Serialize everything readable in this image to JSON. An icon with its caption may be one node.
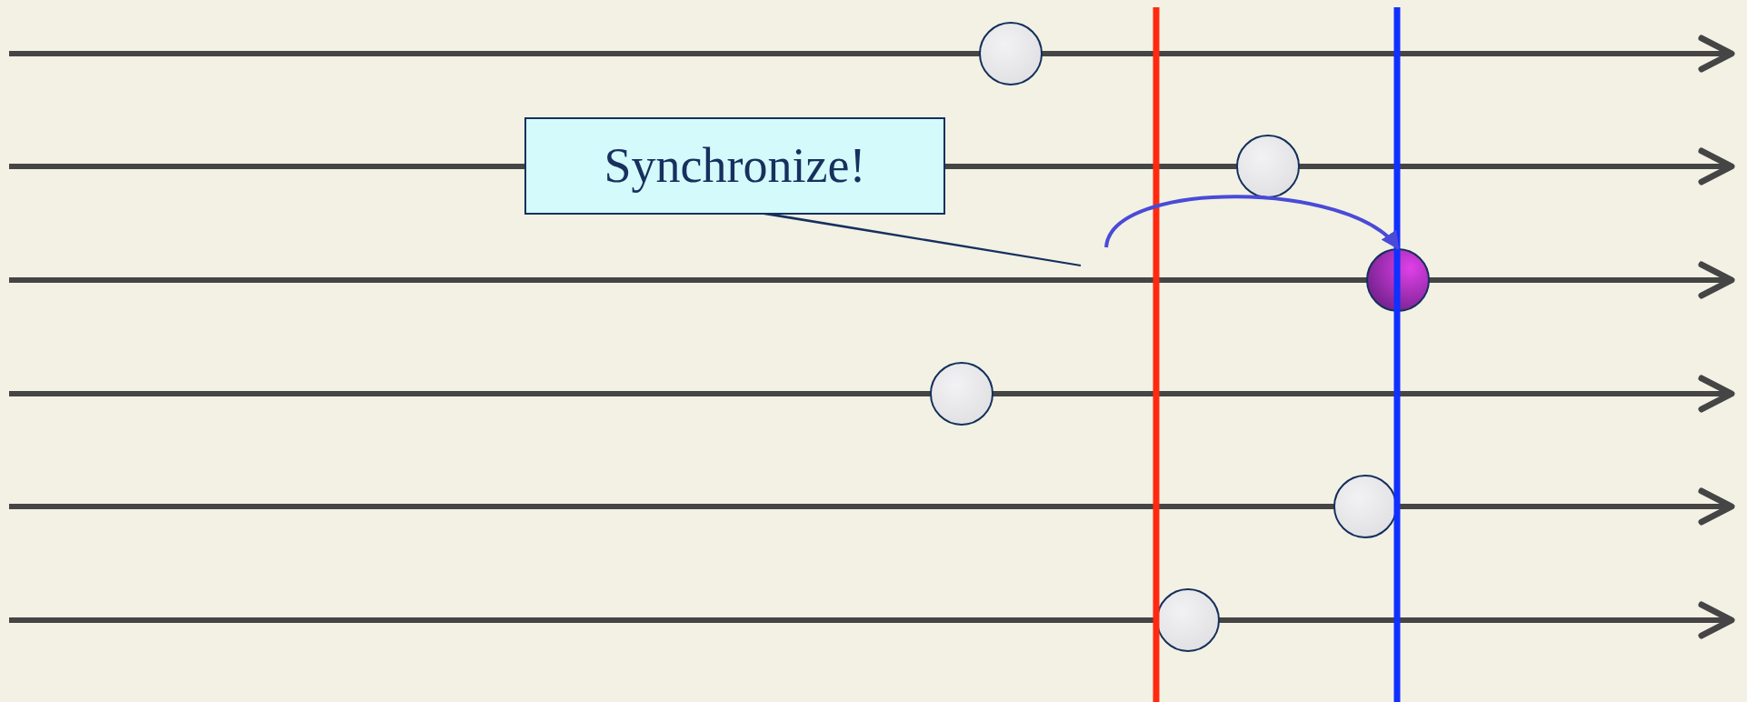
{
  "diagram": {
    "nodes": [
      {
        "text": [],
        "shape": "circle"
      },
      {
        "text": [
          "Synchronize!"
        ]
      },
      {
        "text": [],
        "shape": "circle"
      },
      {
        "text": [],
        "shape": "circle"
      },
      {
        "text": [],
        "shape": "circle"
      },
      {
        "text": [],
        "shape": "circle"
      },
      {
        "text": [],
        "shape": "circle"
      }
    ],
    "edges": [
      {
        "from": null,
        "to": 3,
        "arrow": "to",
        "color": "#4a4ad8"
      }
    ]
  }
}
